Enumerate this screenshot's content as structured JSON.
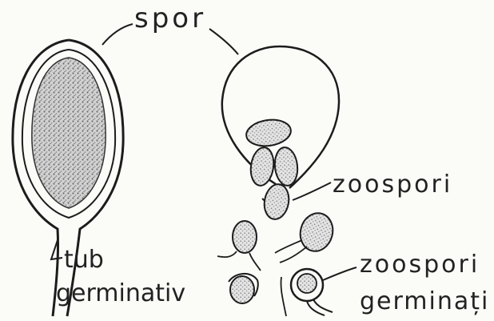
{
  "labels": {
    "spore": "spor",
    "zoospores": "zoospori",
    "germ_tube_line1": "tub",
    "germ_tube_line2": "germinativ",
    "germinated_line1": "zoospori",
    "germinated_line2": "germinați"
  },
  "colors": {
    "ink": "#1c1c1c",
    "stipple": "#8a8a8a",
    "background": "#fbfbf8"
  }
}
